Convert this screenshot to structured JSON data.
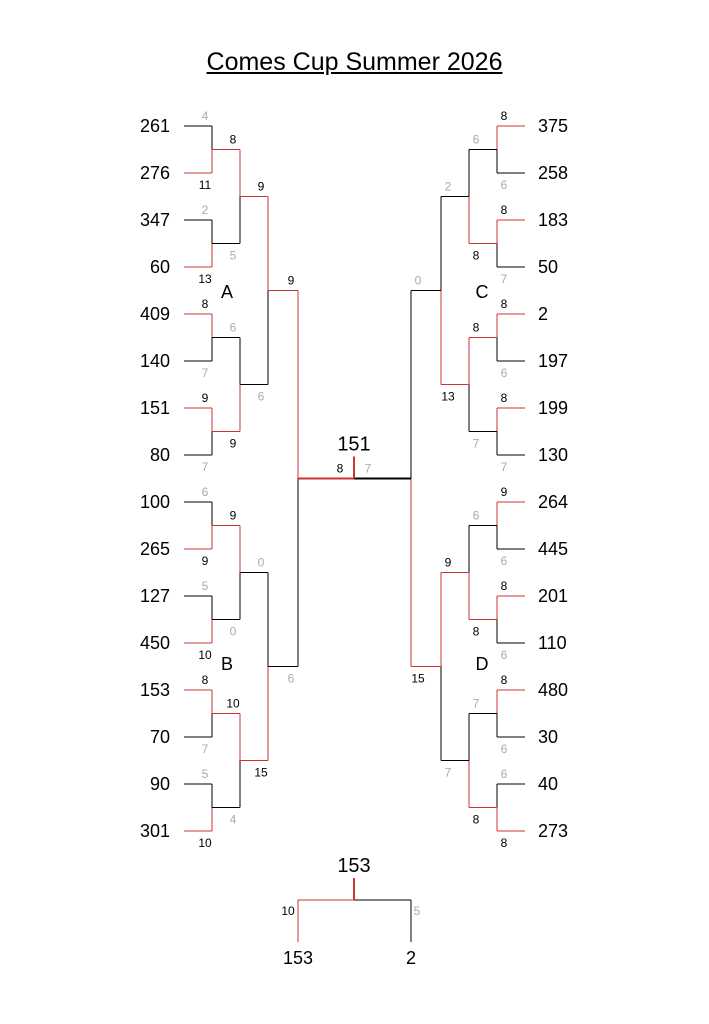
{
  "title": "Comes Cup Summer 2026",
  "colors": {
    "winner": "#cc3333",
    "loser": "#000000",
    "win_score": "#000000",
    "lose_score": "#aaaaaa"
  },
  "groups": [
    "A",
    "B",
    "C",
    "D"
  ],
  "left_teams": [
    "261",
    "276",
    "347",
    "60",
    "409",
    "140",
    "151",
    "80",
    "100",
    "265",
    "127",
    "450",
    "153",
    "70",
    "90",
    "301"
  ],
  "right_teams": [
    "375",
    "258",
    "183",
    "50",
    "2",
    "197",
    "199",
    "130",
    "264",
    "445",
    "201",
    "110",
    "480",
    "30",
    "40",
    "273"
  ],
  "left_r1_scores": [
    [
      "4",
      "11"
    ],
    [
      "2",
      "13"
    ],
    [
      "8",
      "7"
    ],
    [
      "9",
      "7"
    ],
    [
      "6",
      "9"
    ],
    [
      "5",
      "10"
    ],
    [
      "8",
      "7"
    ],
    [
      "5",
      "10"
    ]
  ],
  "left_r2_scores": [
    [
      "8",
      "5"
    ],
    [
      "6",
      "9"
    ],
    [
      "9",
      "0"
    ],
    [
      "10",
      "4"
    ]
  ],
  "left_r3_scores": [
    [
      "9",
      "6"
    ],
    [
      "0",
      "15"
    ]
  ],
  "left_r4_scores": [
    "9",
    "6"
  ],
  "right_r1_scores": [
    [
      "8",
      "6"
    ],
    [
      "8",
      "7"
    ],
    [
      "8",
      "6"
    ],
    [
      "8",
      "7"
    ],
    [
      "9",
      "6"
    ],
    [
      "8",
      "6"
    ],
    [
      "8",
      "6"
    ],
    [
      "6",
      "8"
    ]
  ],
  "right_r2_scores": [
    [
      "6",
      "8"
    ],
    [
      "8",
      "7"
    ],
    [
      "6",
      "8"
    ],
    [
      "7",
      "8"
    ]
  ],
  "right_r3_scores": [
    [
      "2",
      "13"
    ],
    [
      "9",
      "7"
    ]
  ],
  "right_r4_scores": [
    "0",
    "15"
  ],
  "final": {
    "winner": "151",
    "left_score": "8",
    "right_score": "7"
  },
  "third_place": {
    "winner": "153",
    "left_team": "153",
    "right_team": "2",
    "left_score": "10",
    "right_score": "5"
  }
}
